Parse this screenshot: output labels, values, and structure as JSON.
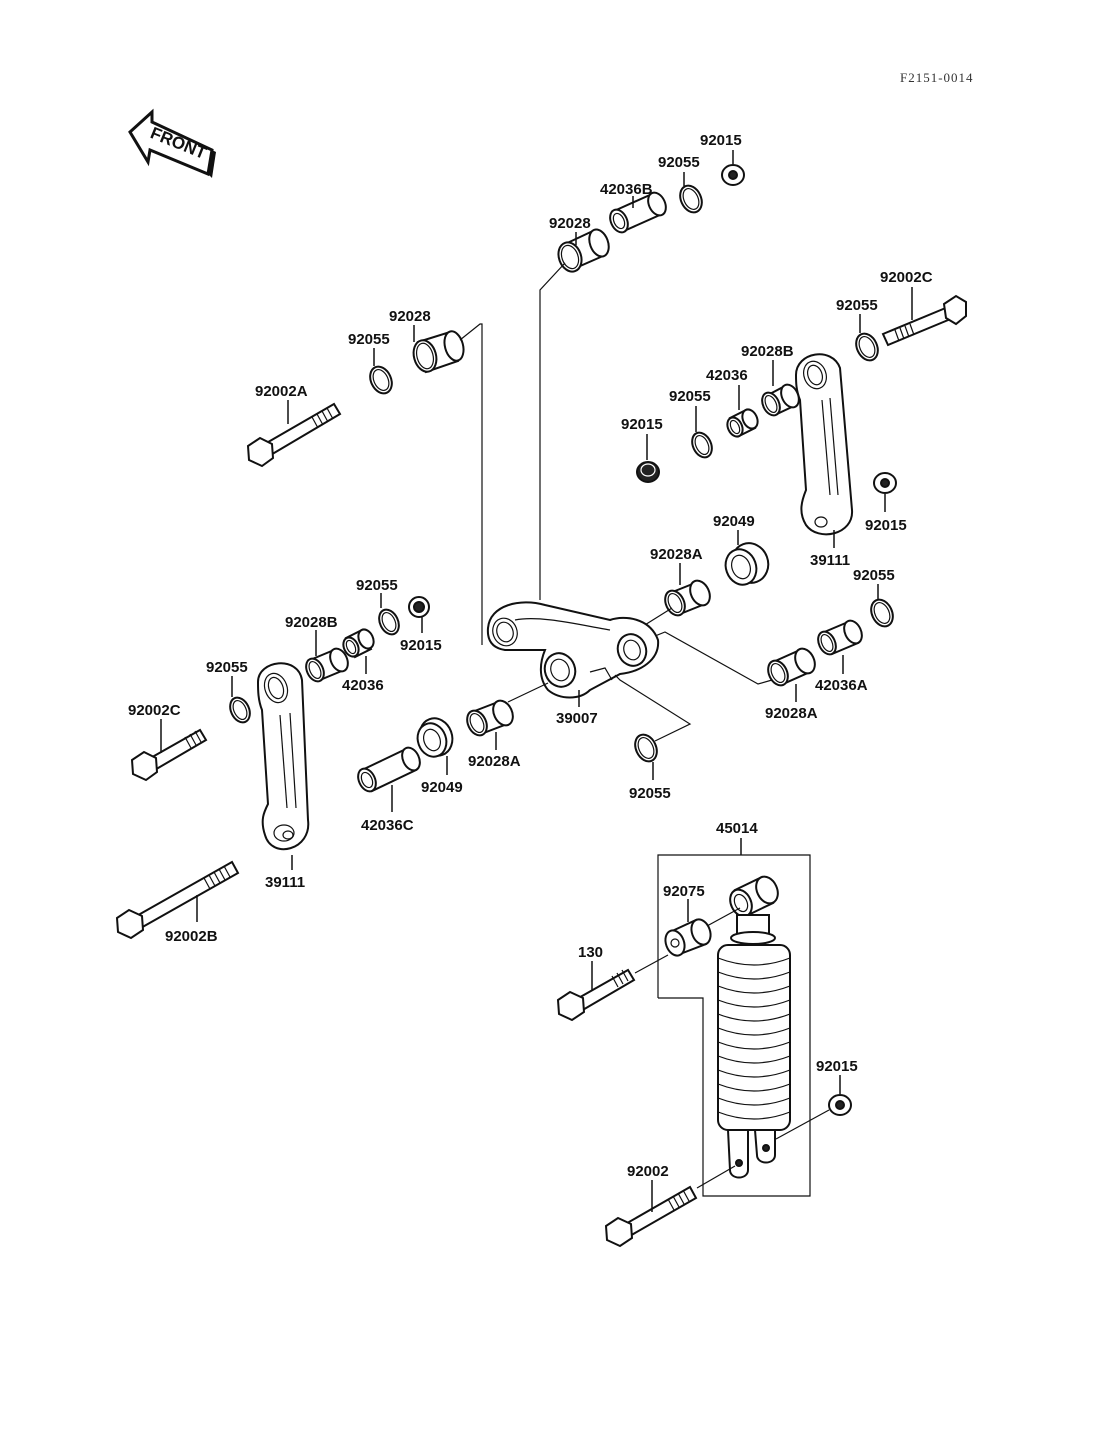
{
  "diagram": {
    "figure_code": "F2151-0014",
    "direction_indicator": "FRONT",
    "labels": {
      "top_92015": "92015",
      "top_92055": "92055",
      "top_42036B": "42036B",
      "top_92028": "92028",
      "rt_92002C": "92002C",
      "rt_92055a": "92055",
      "rt_92028B": "92028B",
      "rt_42036": "42036",
      "rt_92055b": "92055",
      "rt_92015a": "92015",
      "rt_92015b": "92015",
      "rt_39111": "39111",
      "rt_92049": "92049",
      "rt_92028A_a": "92028A",
      "rt_92055c": "92055",
      "rt_42036A": "42036A",
      "rt_92028A_b": "92028A",
      "lt_92028": "92028",
      "lt_92055": "92055",
      "lt_92002A": "92002A",
      "lf_92055a": "92055",
      "lf_92015": "92015",
      "lf_92028B": "92028B",
      "lf_42036": "42036",
      "lf_92055b": "92055",
      "lf_92002C": "92002C",
      "lf_39111": "39111",
      "lf_92002B": "92002B",
      "mid_39007": "39007",
      "mid_92028A": "92028A",
      "mid_92049": "92049",
      "mid_42036C": "42036C",
      "mid_92055": "92055",
      "sh_45014": "45014",
      "sh_92075": "92075",
      "sh_130": "130",
      "sh_92015": "92015",
      "sh_92002": "92002"
    }
  }
}
